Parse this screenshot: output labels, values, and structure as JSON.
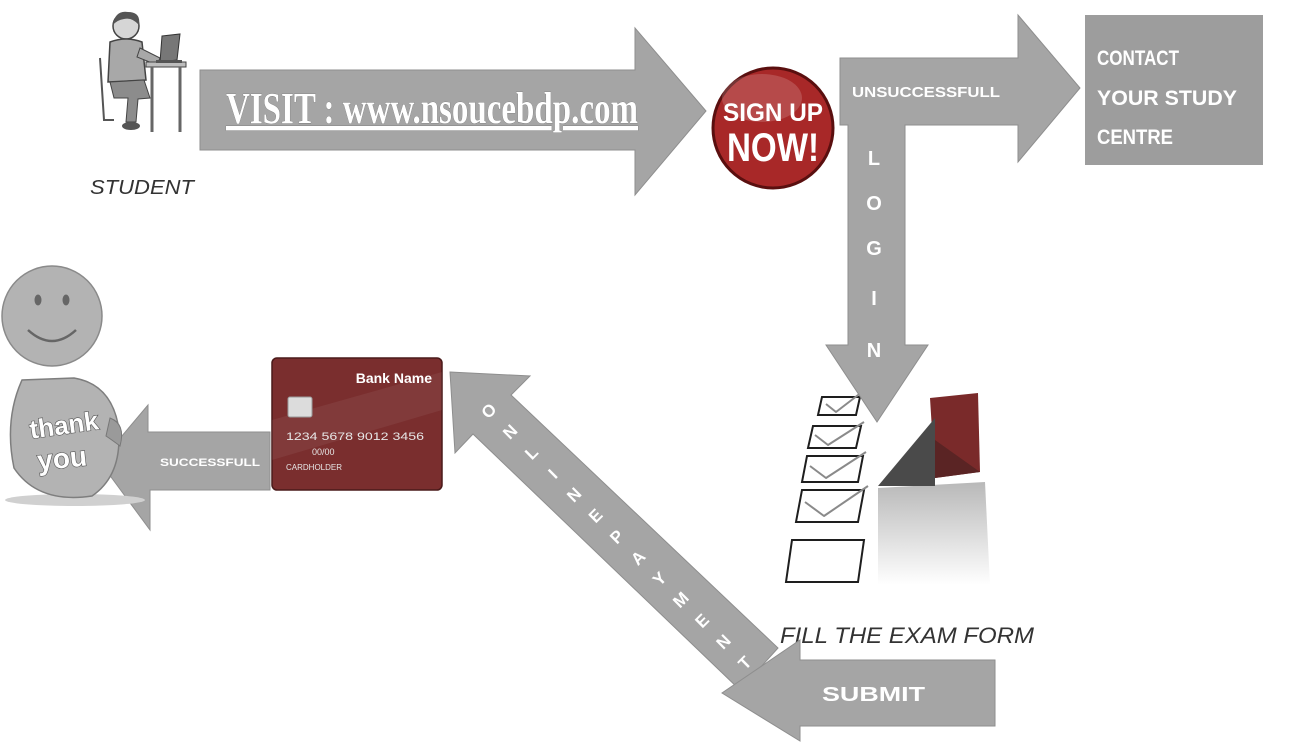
{
  "student": {
    "label": "STUDENT",
    "icon": "student-at-desk-icon"
  },
  "visit_arrow": {
    "text": "VISIT : www.nsoucebdp.com"
  },
  "sign_up": {
    "line1": "SIGN UP",
    "line2": "NOW!"
  },
  "unsuccessful_arrow": {
    "label": "UNSUCCESSFULL"
  },
  "login_arrow": {
    "letters": [
      "L",
      "O",
      "G",
      "I",
      "N"
    ]
  },
  "contact_box": {
    "lines": [
      "CONTACT",
      "YOUR STUDY",
      "CENTRE"
    ]
  },
  "exam_form": {
    "label": "FILL THE EXAM FORM",
    "icon": "checklist-form-icon"
  },
  "submit_arrow": {
    "label": "SUBMIT"
  },
  "payment_arrow": {
    "letters": [
      "O",
      "N",
      "L",
      "I",
      "N",
      "E",
      "P",
      "A",
      "Y",
      "M",
      "E",
      "N",
      "T"
    ]
  },
  "bank_card": {
    "icon": "credit-card-icon",
    "bank_name": "Bank Name",
    "number": "1234 5678 9012 3456",
    "expiry": "00/00",
    "holder": "CARDHOLDER"
  },
  "successful_arrow": {
    "label": "SUCCESSFULL"
  },
  "thank_you": {
    "icon": "smiley-thank-you-icon",
    "line1": "thank",
    "line2": "you"
  },
  "colors": {
    "arrow_gray": "#a5a5a5",
    "contact_box": "#9d9d9d",
    "signup_red": "#a82828",
    "card_red": "#7a2e2e",
    "figure_gray": "#b3b3b3"
  }
}
